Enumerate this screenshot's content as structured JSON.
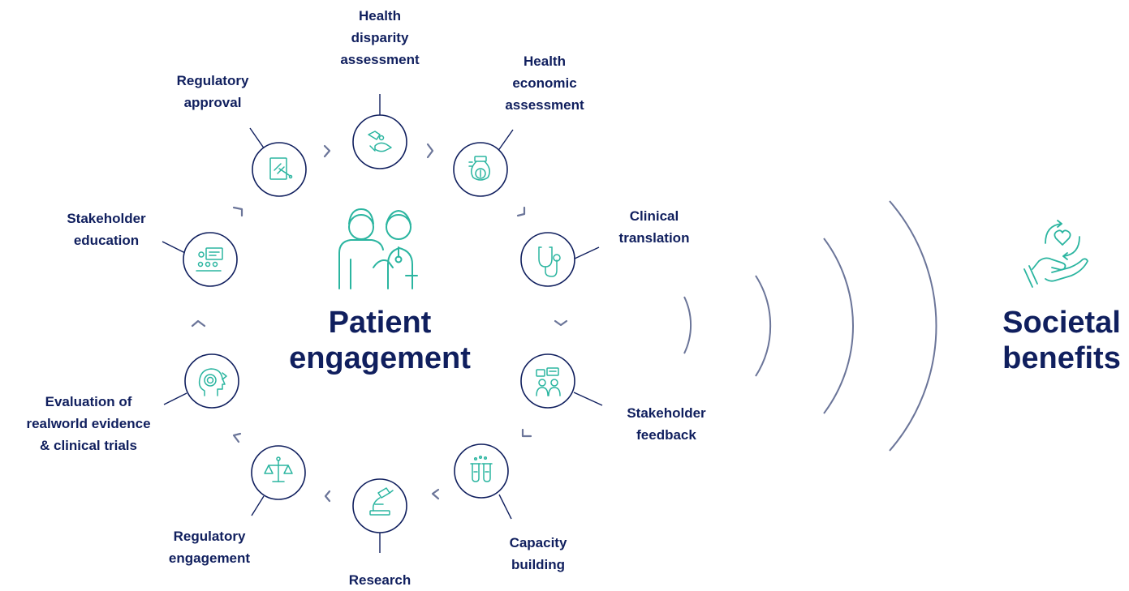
{
  "center": {
    "title": "Patient\nengagement"
  },
  "outcome": {
    "title": "Societal\nbenefits"
  },
  "steps": [
    {
      "label": "Health\ndisparity\nassessment",
      "icon": "disparity-icon"
    },
    {
      "label": "Health\neconomic\nassessment",
      "icon": "money-bag-icon"
    },
    {
      "label": "Clinical\ntranslation",
      "icon": "stethoscope-icon"
    },
    {
      "label": "Stakeholder\nfeedback",
      "icon": "feedback-icon"
    },
    {
      "label": "Capacity\nbuilding",
      "icon": "test-tubes-icon"
    },
    {
      "label": "Research",
      "icon": "microscope-icon"
    },
    {
      "label": "Regulatory\nengagement",
      "icon": "scales-icon"
    },
    {
      "label": "Evaluation of\nrealworld evidence\n& clinical trials",
      "icon": "head-spiral-icon"
    },
    {
      "label": "Stakeholder\neducation",
      "icon": "presentation-icon"
    },
    {
      "label": "Regulatory\napproval",
      "icon": "gavel-icon"
    }
  ],
  "colors": {
    "navy": "#101f5e",
    "teal": "#2bb5a0",
    "arc": "#6b7599"
  }
}
